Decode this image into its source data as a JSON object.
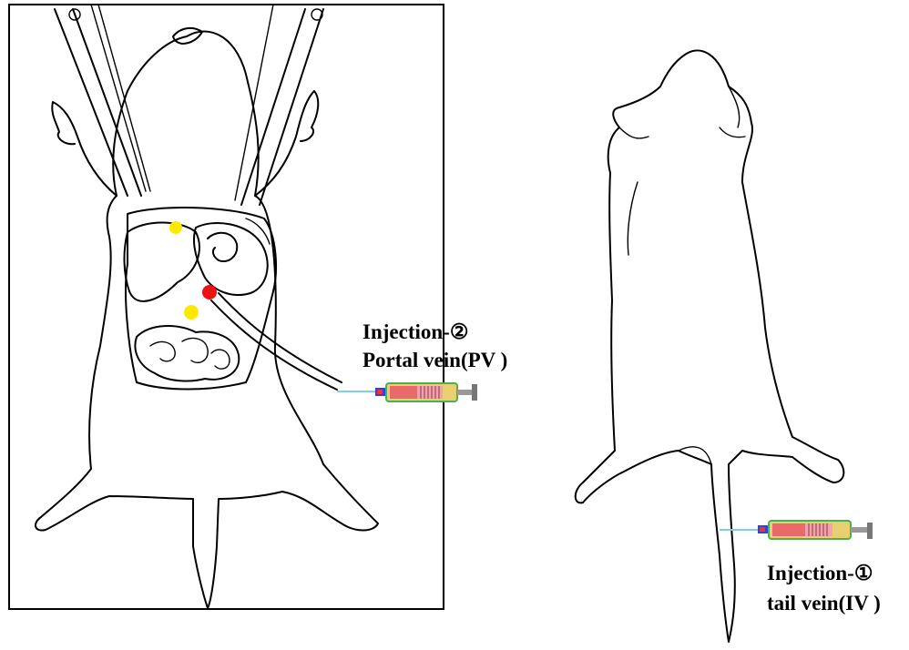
{
  "labels": {
    "injection_pv_title": "Injection-②",
    "injection_pv_site": "Portal vein(PV )",
    "injection_iv_title": "Injection-①",
    "injection_iv_site": "tail vein(IV )"
  },
  "colors": {
    "frame": "#000000",
    "marker_yellow": "#ffe800",
    "marker_red": "#ee1111",
    "syringe_body": "#e8d070",
    "syringe_outline": "#4caf50",
    "syringe_fill": "#e86a6a",
    "needle": "#7ecfe0"
  }
}
